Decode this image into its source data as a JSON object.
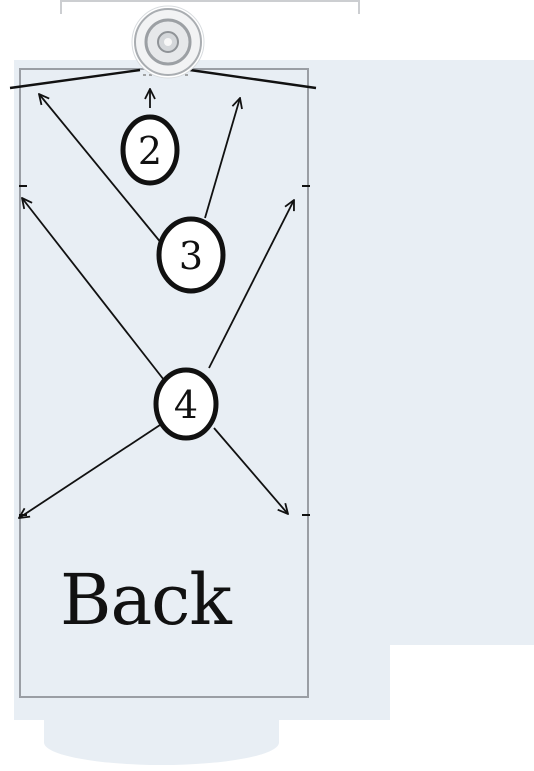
{
  "panel_label": "Back",
  "markers": [
    {
      "id": "marker-2",
      "label": "2"
    },
    {
      "id": "marker-3",
      "label": "3"
    },
    {
      "id": "marker-4",
      "label": "4"
    }
  ],
  "colors": {
    "panel_fill": "#e8eef4",
    "panel_border": "#9a9ea4",
    "ink": "#111111"
  },
  "icons": {
    "top_fixture": "button-pin-icon"
  }
}
